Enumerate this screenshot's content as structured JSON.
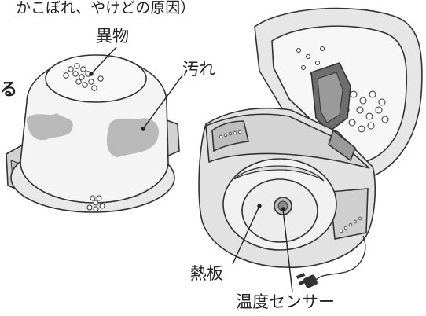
{
  "caption": {
    "top_text": "かこぼれ、やけどの原因）",
    "page_edge_mark": "る"
  },
  "callouts": {
    "foreign_matter": "異物",
    "dirt": "汚れ",
    "heating_plate": "熱板",
    "temperature_sensor": "温度センサー"
  },
  "colors": {
    "line": "#333333",
    "inner_pot_fill": "#f4f4f4",
    "dirt_stain": "#b9b9b9",
    "body_fill": "#e6e6e6",
    "body_dark": "#c8c8c8"
  }
}
